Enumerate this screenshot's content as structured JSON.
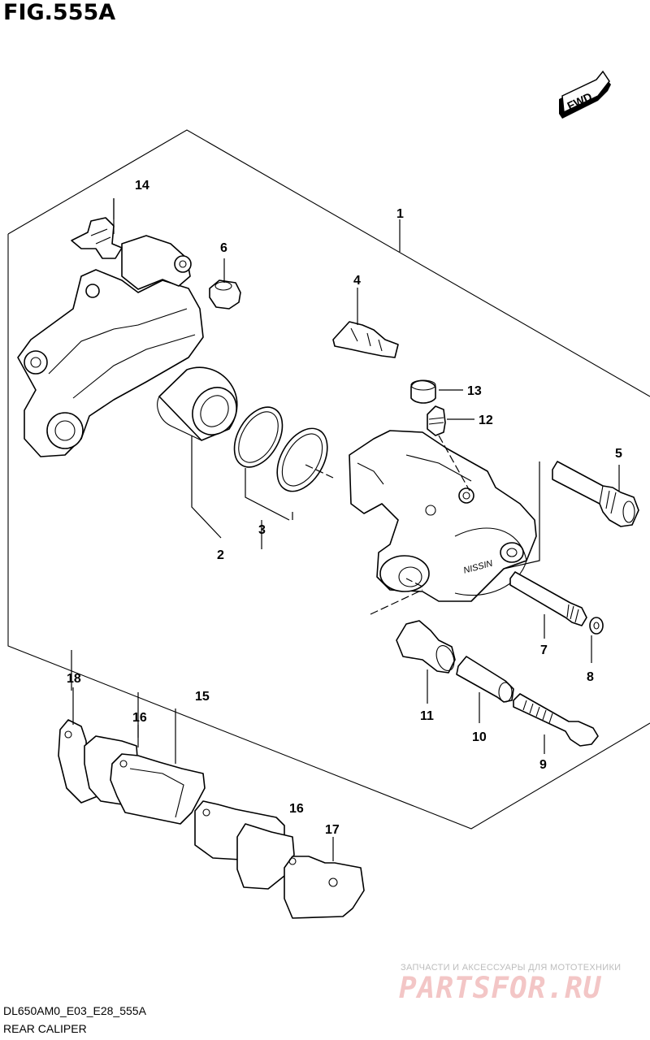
{
  "figure": {
    "number": "FIG.555A"
  },
  "fwd_badge": {
    "label": "FWD"
  },
  "callouts": {
    "c1": "1",
    "c2": "2",
    "c3": "3",
    "c4": "4",
    "c5": "5",
    "c6": "6",
    "c7": "7",
    "c8": "8",
    "c9": "9",
    "c10": "10",
    "c11": "11",
    "c12": "12",
    "c13": "13",
    "c14": "14",
    "c15": "15",
    "c16a": "16",
    "c16b": "16",
    "c17": "17",
    "c18": "18"
  },
  "caliper_marking": "NISSIN",
  "footer": {
    "model_code": "DL650AM0_E03_E28_555A",
    "assembly_name": "REAR CALIPER"
  },
  "watermark": {
    "tagline": "ЗАПЧАСТИ И АКСЕССУАРЫ ДЛЯ МОТОТЕХНИКИ",
    "logo": "PARTSFOR.RU"
  }
}
